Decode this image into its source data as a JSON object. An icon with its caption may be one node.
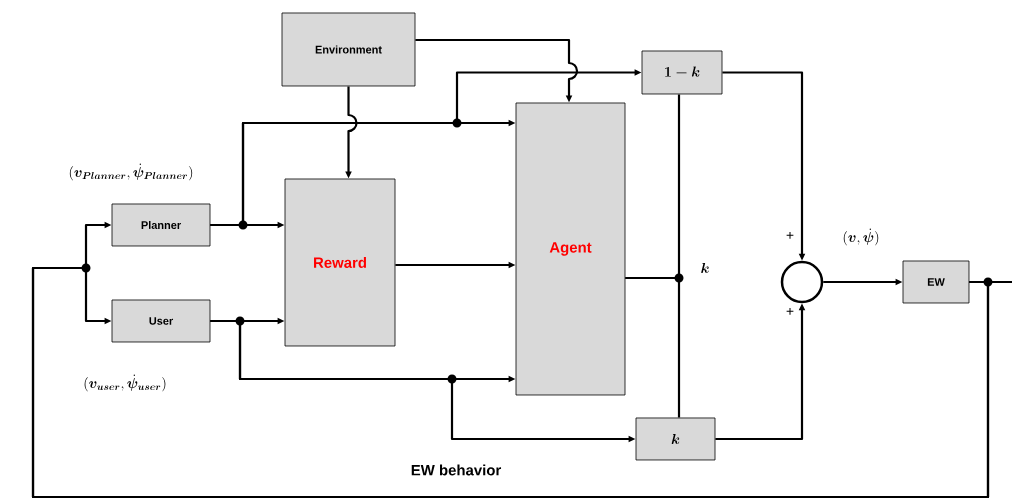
{
  "diagram": {
    "nodes": [
      {
        "text": [
          "Environment"
        ]
      },
      {
        "text": [
          "Planner"
        ]
      },
      {
        "text": [
          "User"
        ]
      },
      {
        "text": [
          "Reward"
        ]
      },
      {
        "text": [
          "Agent"
        ]
      },
      {
        "text": [
          "\\bm{1-k}"
        ]
      },
      {
        "text": [
          "\\bm{k}"
        ]
      },
      {
        "text": [],
        "shape": "circle"
      },
      {
        "text": [
          "EW"
        ]
      }
    ],
    "edges": [
      {
        "from": 0,
        "to": 3,
        "arrow": "to"
      },
      {
        "from": 0,
        "to": 4,
        "arrow": "to"
      },
      {
        "from": 1,
        "to": 3,
        "arrow": "to"
      },
      {
        "from": 1,
        "to": 4,
        "arrow": "to"
      },
      {
        "from": 1,
        "to": 5,
        "arrow": "to"
      },
      {
        "from": 3,
        "to": 4,
        "arrow": "to"
      },
      {
        "from": 2,
        "to": 3,
        "arrow": "to"
      },
      {
        "from": 2,
        "to": 4,
        "arrow": "to"
      },
      {
        "from": 2,
        "to": 6,
        "arrow": "to"
      },
      {
        "from": 4,
        "to": 5,
        "arrow": "none"
      },
      {
        "from": 4,
        "to": 6,
        "arrow": "none"
      },
      {
        "from": 5,
        "to": 7,
        "arrow": "to"
      },
      {
        "from": 6,
        "to": 7,
        "arrow": "to"
      },
      {
        "from": 7,
        "to": 8,
        "arrow": "to"
      },
      {
        "from": 8,
        "to": 1,
        "arrow": "to"
      },
      {
        "from": 8,
        "to": 2,
        "arrow": "to"
      },
      {
        "from": 8,
        "to": null,
        "arrow": "none"
      }
    ],
    "labels": [
      "(\\bm{v_{Planner}}, \\bm{\\dot{\\psi}_{Planner}})",
      "+",
      "(\\bm{v}, \\bm{\\dot{\\psi}})",
      "\\bm{k}",
      "+",
      "(\\bm{v_{user}}, \\bm{\\dot{\\psi}_{user}})",
      "EW behavior"
    ]
  }
}
